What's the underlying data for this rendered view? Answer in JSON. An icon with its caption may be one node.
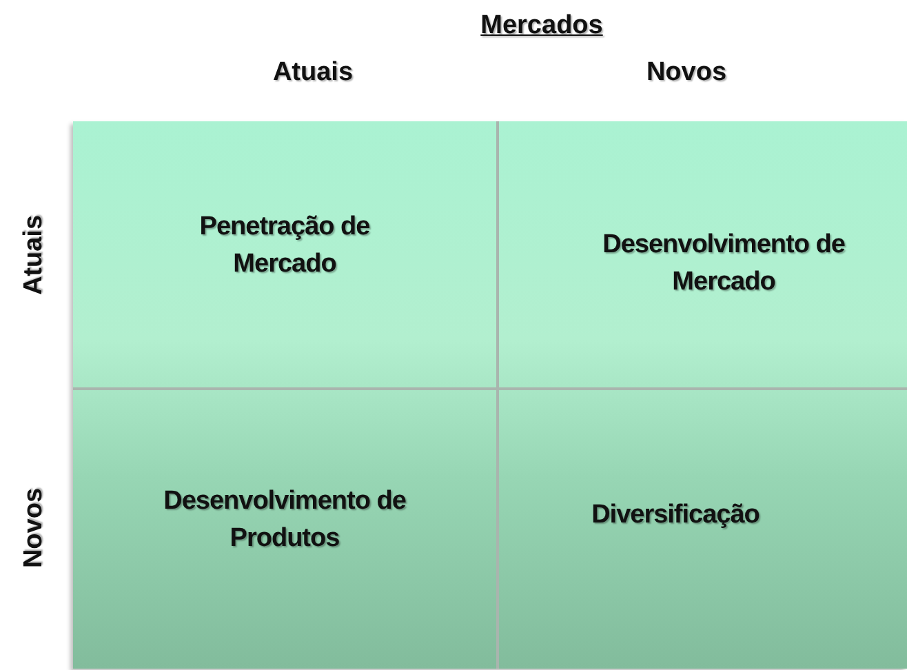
{
  "diagram": {
    "nodes": [
      {
        "text": [
          "Penetração de Mercado"
        ]
      },
      {
        "text": [
          "Desenvolvimento de Mercado"
        ]
      },
      {
        "text": [
          "Desenvolvimento de Produtos"
        ]
      },
      {
        "text": [
          "Diversificação"
        ]
      }
    ],
    "labels": [
      "Mercados",
      "Atuais",
      "Novos",
      "Atuais",
      "Novos"
    ]
  }
}
